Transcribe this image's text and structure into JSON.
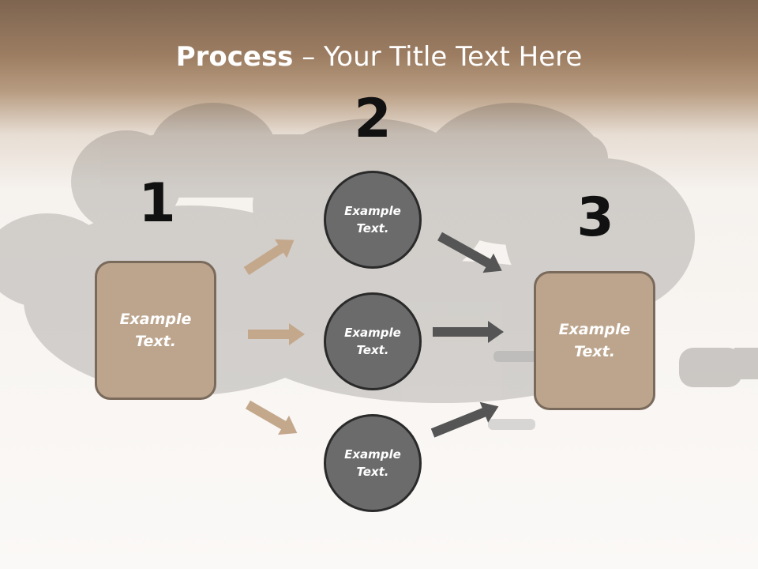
{
  "title": {
    "bold": "Process",
    "rest": " – Your Title Text Here"
  },
  "steps": {
    "one": "1",
    "two": "2",
    "three": "3"
  },
  "left_box": {
    "text": "Example\nText."
  },
  "right_box": {
    "text": "Example\nText."
  },
  "circles": [
    {
      "text": "Example\nText."
    },
    {
      "text": "Example\nText."
    },
    {
      "text": "Example\nText."
    }
  ],
  "colors": {
    "box_fill": "#bda58d",
    "circle_fill": "#6b6b6b",
    "left_arrows": "#c4a88c",
    "right_arrows": "#555555"
  }
}
